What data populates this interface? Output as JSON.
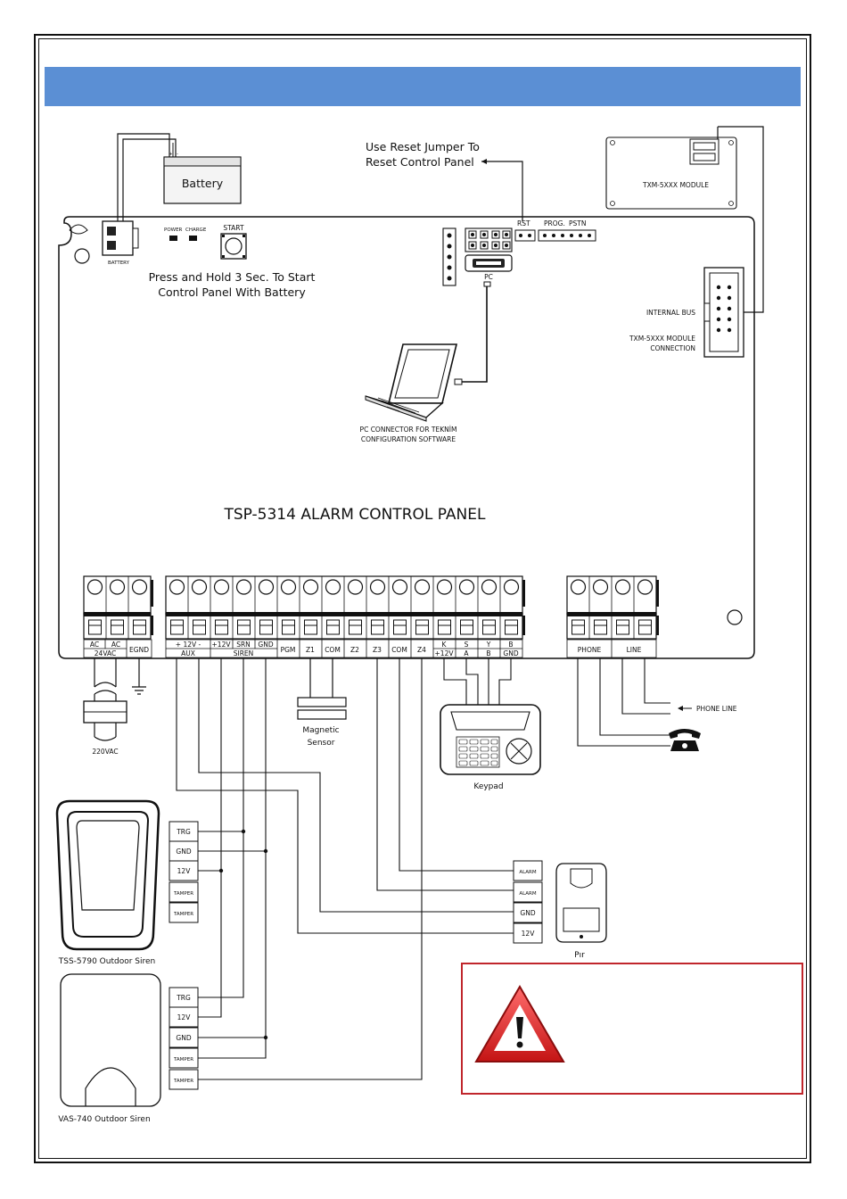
{
  "battery": {
    "label": "Battery",
    "connector_label": "BATTERY",
    "plus": "+",
    "minus": "-"
  },
  "status_leds": {
    "power": "POWER",
    "charge": "CHARGE"
  },
  "start_button": {
    "label": "START",
    "note_line1": "Press and Hold 3 Sec. To Start",
    "note_line2": "Control Panel With Battery"
  },
  "reset_note": {
    "line1": "Use Reset Jumper To",
    "line2": "Reset Control Panel"
  },
  "headers": {
    "rst": "RST",
    "prog": "PROG.",
    "pstn": "PSTN",
    "pc": "PC"
  },
  "module": {
    "label": "TXM-5XXX MODULE"
  },
  "internal_bus": {
    "label": "INTERNAL BUS",
    "conn_line1": "TXM-5XXX MODULE",
    "conn_line2": "CONNECTION"
  },
  "pc_connector": {
    "line1": "PC CONNECTOR FOR TEKNİM",
    "line2": "CONFIGURATION SOFTWARE"
  },
  "panel_title": "TSP-5314 ALARM CONTROL PANEL",
  "terminals": {
    "power": {
      "ac1": "AC",
      "ac2": "AC",
      "vac": "24VAC",
      "egnd": "EGND"
    },
    "aux": {
      "top": "+ 12V -",
      "bottom": "AUX"
    },
    "siren": {
      "plus12": "+12V",
      "srn": "SRN",
      "gnd": "GND",
      "bottom": "SIREN"
    },
    "zones": [
      "PGM",
      "Z1",
      "COM",
      "Z2",
      "Z3",
      "COM",
      "Z4"
    ],
    "keypad_bus": [
      {
        "top": "K",
        "bottom": "+12V"
      },
      {
        "top": "S",
        "bottom": "A"
      },
      {
        "top": "Y",
        "bottom": "B"
      },
      {
        "top": "B",
        "bottom": "GND"
      }
    ],
    "phone": "PHONE",
    "line": "LINE"
  },
  "transformer": {
    "label": "220VAC"
  },
  "phone_line": {
    "label": "PHONE LINE"
  },
  "magnetic_sensor": {
    "line1": "Magnetic",
    "line2": "Sensor"
  },
  "keypad": {
    "label": "Keypad"
  },
  "tss_siren": {
    "label": "TSS-5790 Outdoor Siren",
    "terminals": [
      "TRG",
      "GND",
      "12V",
      "TAMPER",
      "TAMPER"
    ]
  },
  "vas_siren": {
    "label": "VAS-740 Outdoor Siren",
    "terminals": [
      "TRG",
      "12V",
      "GND",
      "TAMPER",
      "TAMPER"
    ]
  },
  "pir": {
    "label": "Pır",
    "terminals": [
      "ALARM",
      "ALARM",
      "GND",
      "12V"
    ]
  },
  "warning": {
    "icon": "warning-triangle-icon",
    "border_color": "#c0262c"
  },
  "colors": {
    "header_bar": "#5b8fd4",
    "warning_red": "#e02a2a"
  }
}
